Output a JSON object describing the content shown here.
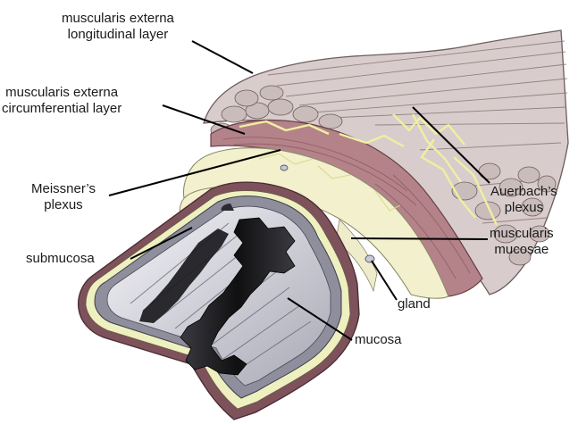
{
  "labels": {
    "muscularis_externa_longitudinal": {
      "line1": "muscularis externa",
      "line2": "longitudinal layer"
    },
    "muscularis_externa_circumferential": {
      "line1": "muscularis externa",
      "line2": "circumferential layer"
    },
    "meissners_plexus": {
      "line1": "Meissner’s",
      "line2": "plexus"
    },
    "submucosa": "submucosa",
    "auerbachs_plexus": {
      "line1": "Auerbach’s",
      "line2": "plexus"
    },
    "muscularis_mucosae": {
      "line1": "muscularis",
      "line2": "mucosae"
    },
    "gland": "gland",
    "mucosa": "mucosa"
  },
  "colors": {
    "longitudinal_muscle": "#d2c3c3",
    "circular_muscle": "#b07d84",
    "submucosa": "#f2f0cf",
    "plexus": "#eef0a0",
    "mucosa_outer": "#7a5058",
    "mucosa_light": "#d8d8e0",
    "mucosa_mid": "#9c9cac",
    "lumen": "#141416"
  }
}
